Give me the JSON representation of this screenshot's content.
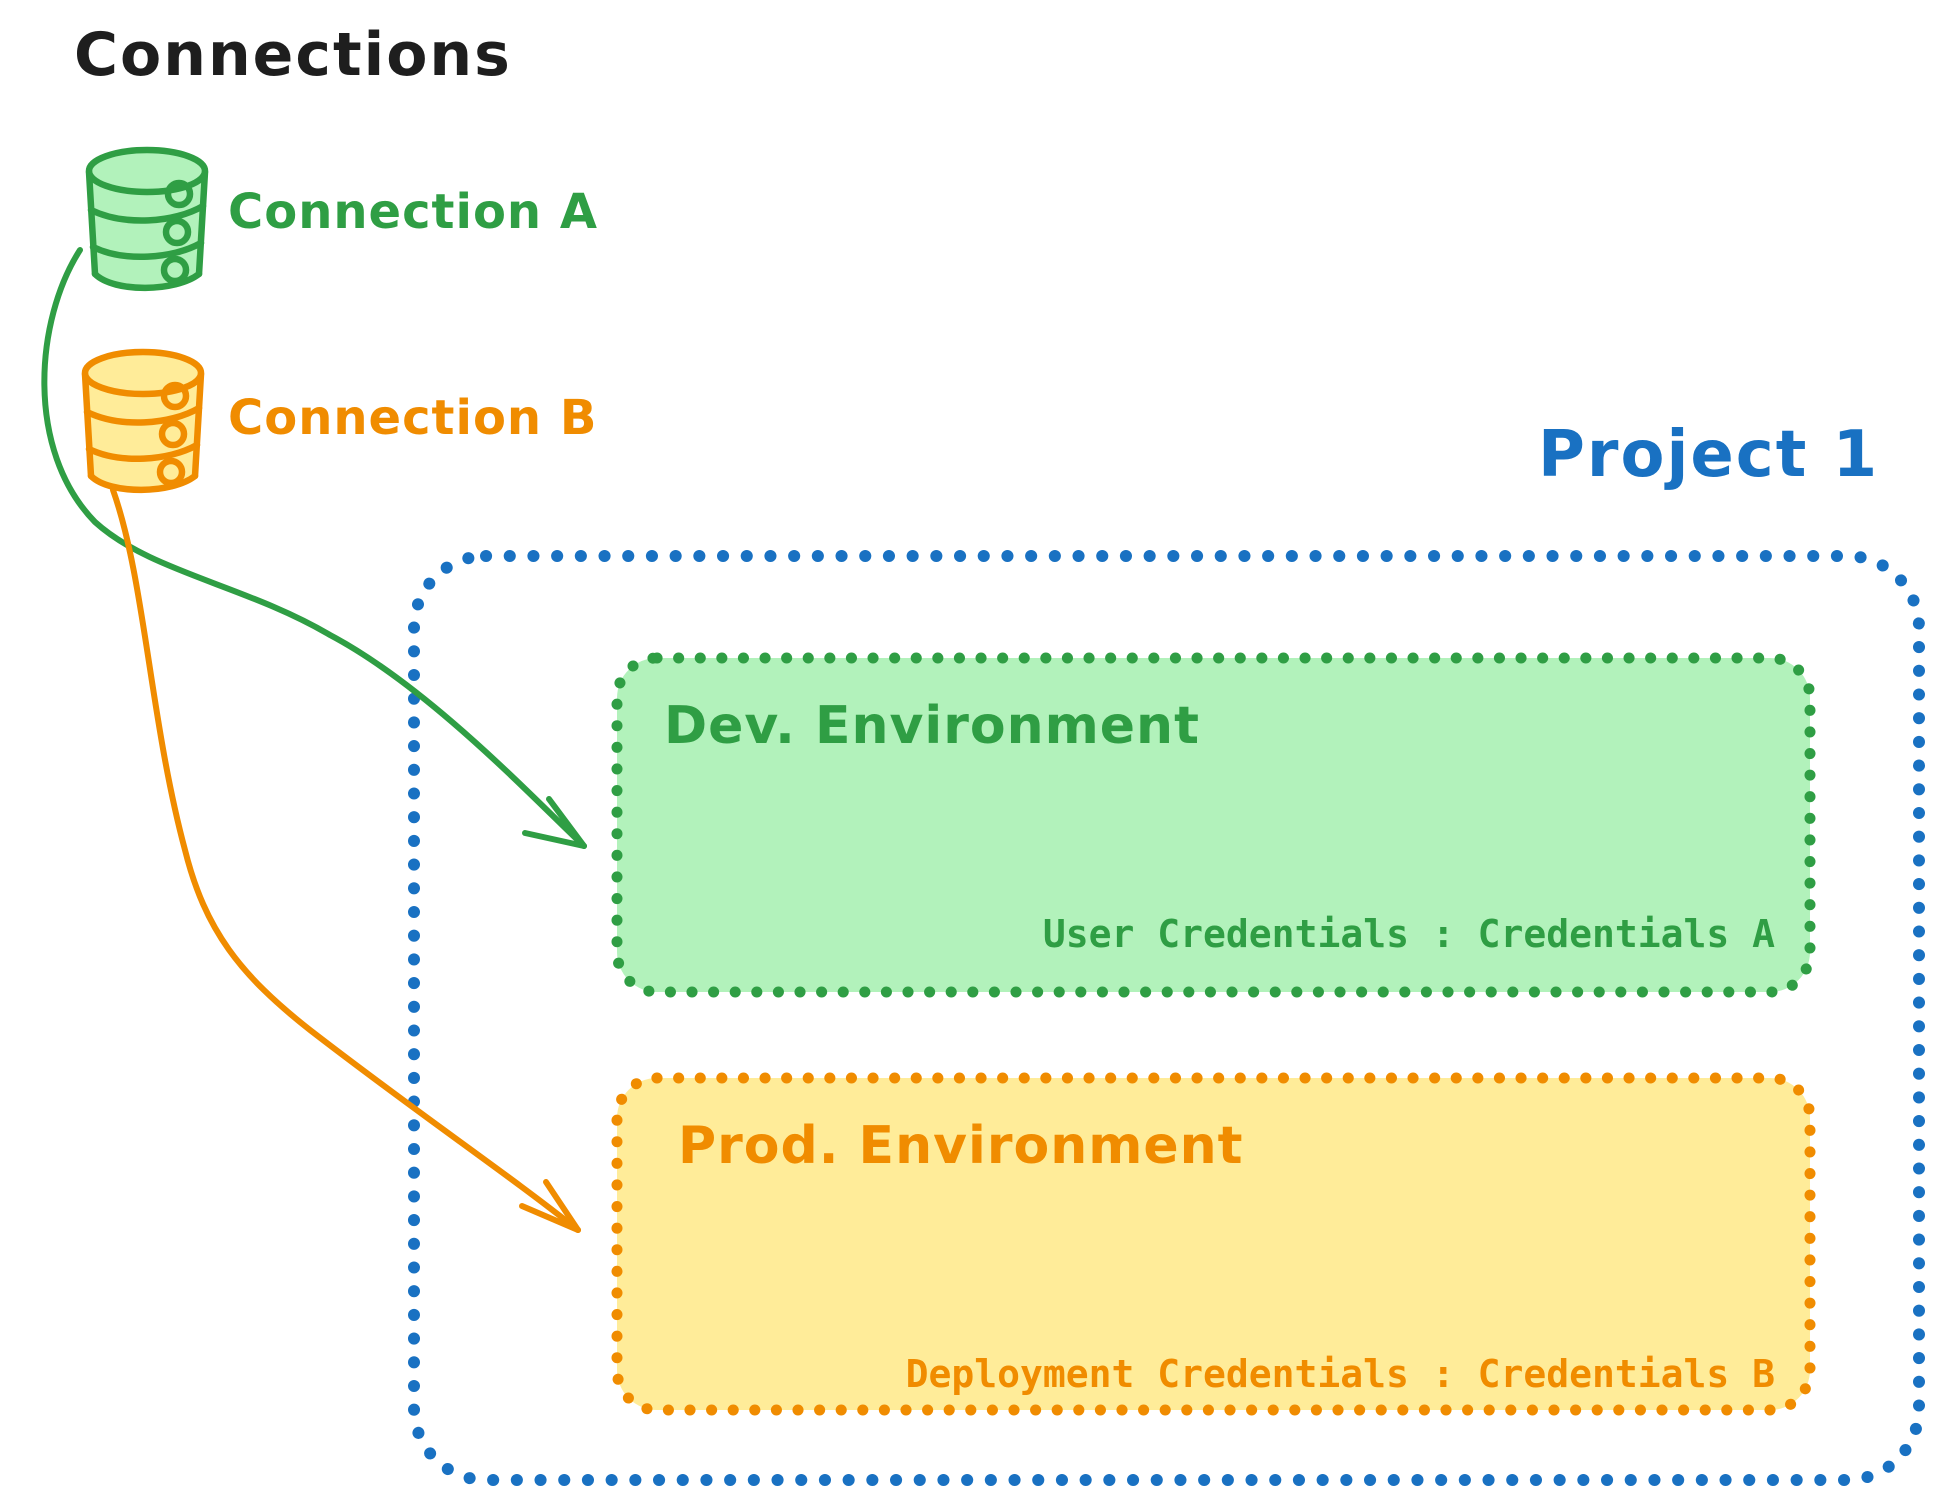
{
  "title": "Connections",
  "colors": {
    "black": "#1e1e1e",
    "green": "#2f9e44",
    "green_fill": "#b2f2bb",
    "orange": "#f08c00",
    "orange_fill": "#ffec99",
    "blue": "#1971c2"
  },
  "connections": [
    {
      "label": "Connection A",
      "icon": "database-icon",
      "color": "#2f9e44"
    },
    {
      "label": "Connection B",
      "icon": "database-icon",
      "color": "#f08c00"
    }
  ],
  "project": {
    "label": "Project 1",
    "environments": [
      {
        "title": "Dev. Environment",
        "credentials": "User Credentials : Credentials A"
      },
      {
        "title": "Prod. Environment",
        "credentials": "Deployment Credentials : Credentials B"
      }
    ]
  }
}
